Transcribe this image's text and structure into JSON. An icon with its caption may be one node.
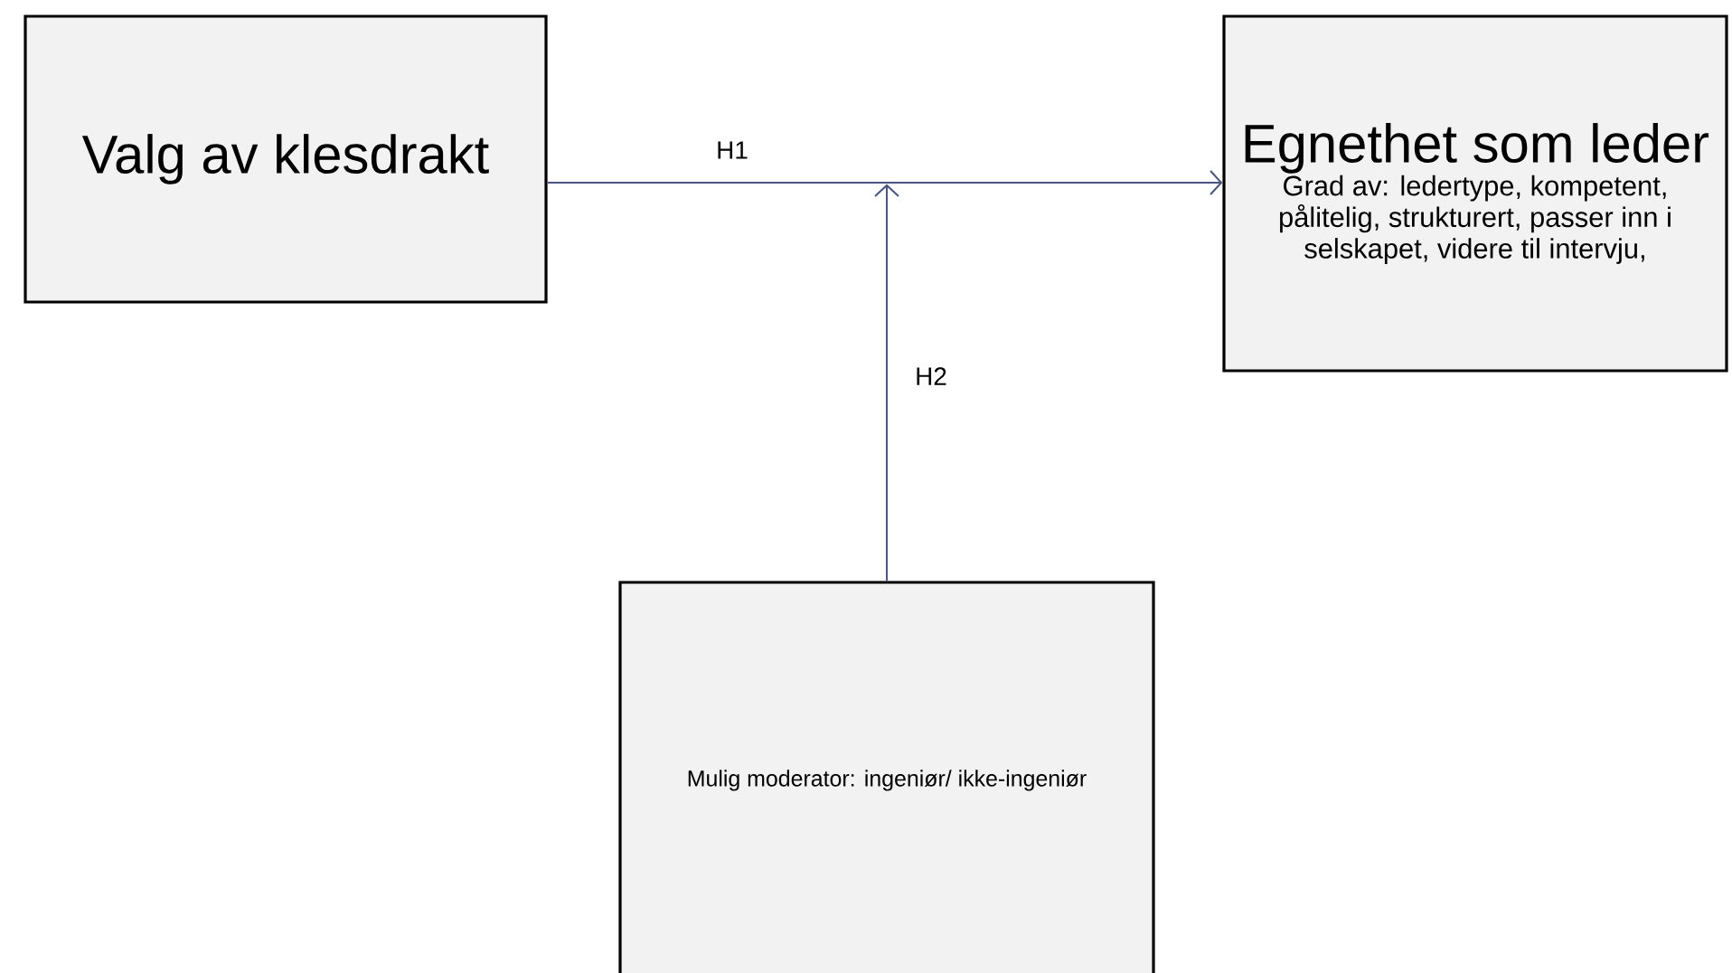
{
  "diagram": {
    "nodes": [
      {
        "text": [
          "Valg av klesdrakt"
        ]
      },
      {
        "text": [
          "Egnethet som leder",
          "Grad av: ledertype, kompetent, pålitelig, strukturert, passer inn i selskapet, videre til intervju,"
        ]
      },
      {
        "text": [
          "Mulig moderator: ingeniør/ ikke-ingeniør"
        ]
      }
    ],
    "edges": [
      {
        "from": 0,
        "to": 1,
        "arrow": "to",
        "label": "H1"
      },
      {
        "from": 2,
        "to": null,
        "arrow": "to",
        "label": "H2"
      }
    ]
  }
}
